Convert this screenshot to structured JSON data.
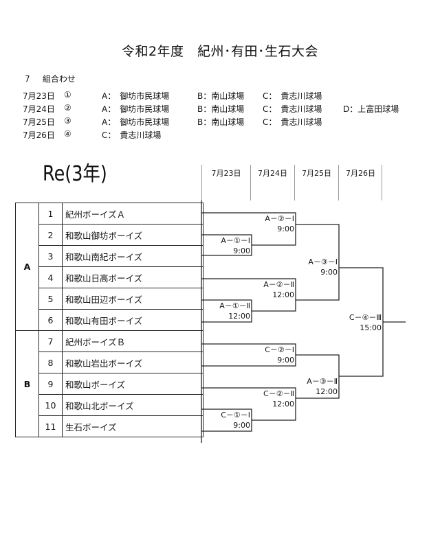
{
  "title": "令和2年度　紀州･有田･生石大会",
  "section": {
    "number": "7",
    "label": "組合わせ"
  },
  "schedule": [
    {
      "date": "7月23日",
      "round": "①",
      "venues": [
        "A：　御坊市民球場",
        "B：南山球場",
        "C：　貴志川球場"
      ]
    },
    {
      "date": "7月24日",
      "round": "②",
      "venues": [
        "A：　御坊市民球場",
        "B：南山球場",
        "C：　貴志川球場",
        "D：上富田球場"
      ]
    },
    {
      "date": "7月25日",
      "round": "③",
      "venues": [
        "A：　御坊市民球場",
        "B：南山球場",
        "C：　貴志川球場"
      ]
    },
    {
      "date": "7月26日",
      "round": "④",
      "venues": [
        "C：　貴志川球場"
      ]
    }
  ],
  "bracket_title": "Re(3年)",
  "date_columns": [
    "7月23日",
    "7月24日",
    "7月25日",
    "7月26日"
  ],
  "groups": [
    {
      "name": "A",
      "teams": [
        {
          "no": "1",
          "name": "紀州ボーイズＡ"
        },
        {
          "no": "2",
          "name": "和歌山御坊ボーイズ"
        },
        {
          "no": "3",
          "name": "和歌山南紀ボーイズ"
        },
        {
          "no": "4",
          "name": "和歌山日高ボーイズ"
        },
        {
          "no": "5",
          "name": "和歌山田辺ボーイズ"
        },
        {
          "no": "6",
          "name": "和歌山有田ボーイズ"
        }
      ]
    },
    {
      "name": "B",
      "teams": [
        {
          "no": "7",
          "name": "紀州ボーイズＢ"
        },
        {
          "no": "8",
          "name": "和歌山岩出ボーイズ"
        },
        {
          "no": "9",
          "name": "和歌山ボーイズ"
        },
        {
          "no": "10",
          "name": "和歌山北ボーイズ"
        },
        {
          "no": "11",
          "name": "生石ボーイズ"
        }
      ]
    }
  ],
  "matches": [
    {
      "id": "A-1-I",
      "code": "A－①－Ⅰ",
      "time": "9:00"
    },
    {
      "id": "A-1-II",
      "code": "A－①－Ⅱ",
      "time": "12:00"
    },
    {
      "id": "C-1-I",
      "code": "C－①－Ⅰ",
      "time": "9:00"
    },
    {
      "id": "A-2-I",
      "code": "A－②－Ⅰ",
      "time": "9:00"
    },
    {
      "id": "A-2-II",
      "code": "A－②－Ⅱ",
      "time": "12:00"
    },
    {
      "id": "C-2-I",
      "code": "C－②－Ⅰ",
      "time": "9:00"
    },
    {
      "id": "C-2-II",
      "code": "C－②－Ⅱ",
      "time": "12:00"
    },
    {
      "id": "A-3-I",
      "code": "A－③－Ⅰ",
      "time": "9:00"
    },
    {
      "id": "A-3-II",
      "code": "A－③－Ⅱ",
      "time": "12:00"
    },
    {
      "id": "C-4-III",
      "code": "C－④－Ⅲ",
      "time": "15:00"
    }
  ]
}
